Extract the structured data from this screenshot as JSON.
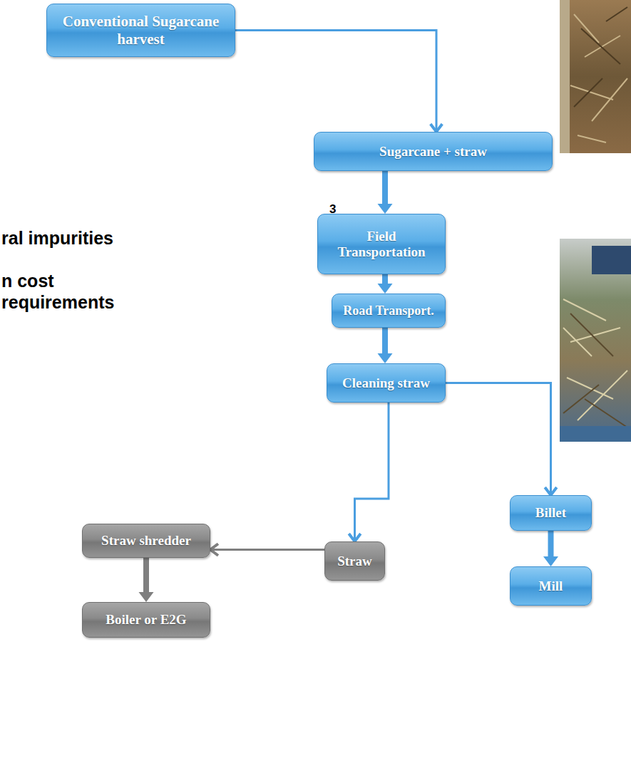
{
  "diagram": {
    "nodes": [
      {
        "text": [
          "Conventional Sugarcane harvest"
        ]
      },
      {
        "text": [
          "Sugarcane + straw"
        ]
      },
      {
        "text": [
          "Field Transportation"
        ]
      },
      {
        "text": [
          "Road Transport."
        ]
      },
      {
        "text": [
          "Cleaning straw"
        ]
      },
      {
        "text": [
          "Billet"
        ]
      },
      {
        "text": [
          "Straw shredder"
        ]
      },
      {
        "text": [
          "Straw"
        ]
      },
      {
        "text": [
          "Mill"
        ]
      },
      {
        "text": [
          "Boiler or E2G"
        ]
      }
    ],
    "edges": [
      {
        "from": 0,
        "to": 1,
        "arrow": "to"
      },
      {
        "from": 1,
        "to": 2,
        "arrow": "to"
      },
      {
        "from": 2,
        "to": 3,
        "arrow": "to"
      },
      {
        "from": 3,
        "to": 4,
        "arrow": "to"
      },
      {
        "from": 4,
        "to": 5,
        "arrow": "to"
      },
      {
        "from": 4,
        "to": 7,
        "arrow": "to"
      },
      {
        "from": 5,
        "to": 8,
        "arrow": "to"
      },
      {
        "from": 7,
        "to": 6,
        "arrow": "to"
      },
      {
        "from": 6,
        "to": 9,
        "arrow": "to"
      }
    ],
    "labels": [
      "3",
      "ral impurities",
      "n cost",
      "requirements"
    ]
  }
}
